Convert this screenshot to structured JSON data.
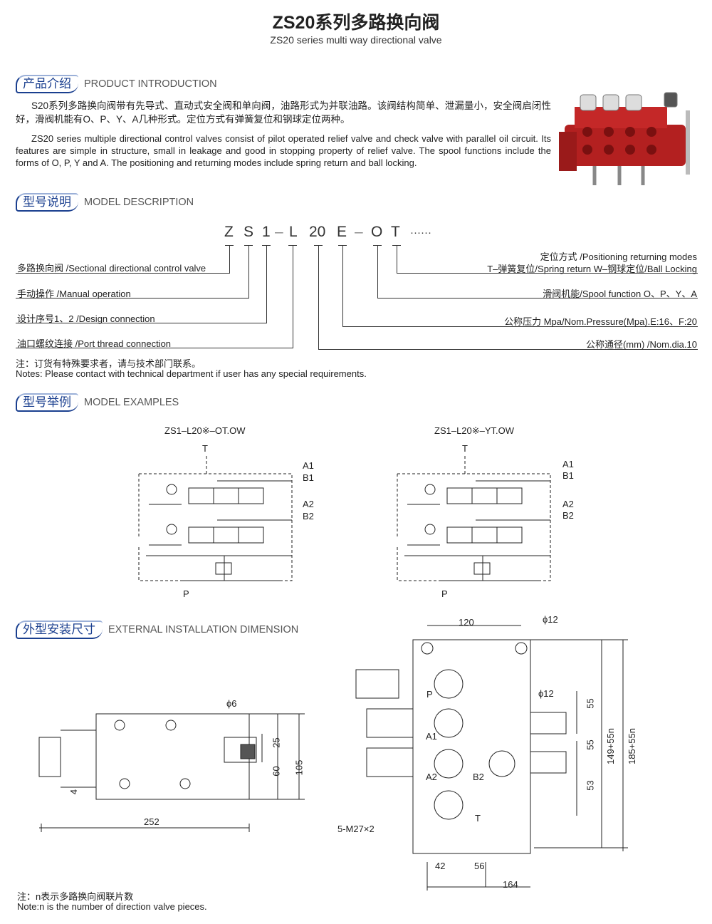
{
  "header": {
    "title": "ZS20系列多路换向阀",
    "subtitle": "ZS20 series multi way directional valve"
  },
  "sections": {
    "intro": {
      "cn": "产品介绍",
      "en": "PRODUCT INTRODUCTION",
      "p_cn": "S20系列多路换向阀带有先导式、直动式安全阀和单向阀，油路形式为并联油路。该阀结构简单、泄漏量小，安全阀启闭性好，滑阀机能有O、P、Y、A几种形式。定位方式有弹簧复位和钢球定位两种。",
      "p_en": "ZS20 series multiple directional control valves consist of pilot operated  relief valve and check valve with parallel oil circuit. Its features are simple in structure, small in leakage and good in stopping property of relief valve. The spool functions include the forms of O, P, Y and A. The positioning and returning modes include spring return and ball locking."
    },
    "model": {
      "cn": "型号说明",
      "en": "MODEL DESCRIPTION",
      "code": [
        "Z",
        "S",
        "1",
        "–",
        "L",
        "20",
        "E",
        "–",
        "O",
        "T",
        "······"
      ],
      "left": [
        "多路换向阀 /Sectional directional control valve",
        "手动操作 /Manual operation",
        "设计序号1、2 /Design connection",
        "油口螺纹连接 /Port thread connection"
      ],
      "right": [
        "定位方式 /Positioning returning modes",
        "T–弹簧复位/Spring return  W–钢球定位/Ball Locking",
        "滑阀机能/Spool function O、P、Y、A",
        "公称压力 Mpa/Nom.Pressure(Mpa).E:16、F:20",
        "公称通径(mm) /Nom.dia.10"
      ],
      "note_cn": "注：订货有特殊要求者，请与技术部门联系。",
      "note_en": "Notes: Please contact with technical department if user has any special requirements."
    },
    "examples": {
      "cn": "型号举例",
      "en": "MODEL EXAMPLES",
      "items": [
        {
          "label": "ZS1–L20※–OT.OW",
          "T": "T",
          "P": "P",
          "A1": "A1",
          "B1": "B1",
          "A2": "A2",
          "B2": "B2"
        },
        {
          "label": "ZS1–L20※–YT.OW",
          "T": "T",
          "P": "P",
          "A1": "A1",
          "B1": "B1",
          "A2": "A2",
          "B2": "B2"
        }
      ]
    },
    "dims": {
      "cn": "外型安装尺寸",
      "en": "EXTERNAL INSTALLATION DIMENSION",
      "side": {
        "d6": "ϕ6",
        "d25": "25",
        "d60": "60",
        "d105": "105",
        "d4": "4",
        "d252": "252"
      },
      "front": {
        "d120": "120",
        "d12a": "ϕ12",
        "d12b": "ϕ12",
        "P": "P",
        "A1": "A1",
        "A2": "A2",
        "B2": "B2",
        "T": "T",
        "d55a": "55",
        "d55b": "55",
        "d53": "53",
        "h1": "149+55n",
        "h2": "185+55n",
        "thread": "5-M27×2",
        "d42": "42",
        "d56": "56",
        "d164": "164"
      },
      "note_cn": "注：n表示多路换向阀联片数",
      "note_en": "Note:n is the number of direction valve pieces."
    }
  },
  "colors": {
    "accent": "#1a3f8f",
    "valve_red": "#b32020"
  }
}
